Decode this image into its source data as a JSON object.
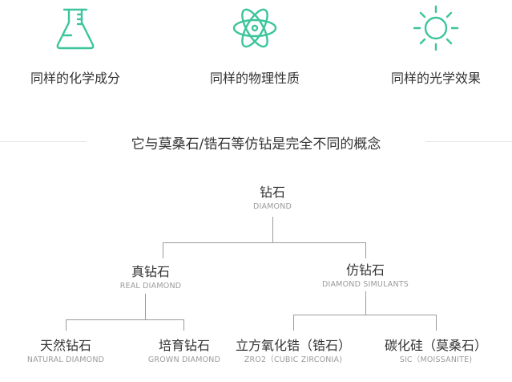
{
  "colors": {
    "icon": "#3cc59c",
    "line": "#9b9b9b"
  },
  "features": [
    {
      "icon": "flask-icon",
      "label": "同样的化学成分"
    },
    {
      "icon": "atom-icon",
      "label": "同样的物理性质"
    },
    {
      "icon": "sun-icon",
      "label": "同样的光学效果"
    }
  ],
  "heading": "它与莫桑石/锆石等仿钻是完全不同的概念",
  "tree": {
    "root": {
      "cn": "钻石",
      "en": "DIAMOND"
    },
    "real": {
      "cn": "真钻石",
      "en": "REAL DIAMOND"
    },
    "simulants": {
      "cn": "仿钻石",
      "en": "DIAMOND SIMULANTS"
    },
    "natural": {
      "cn": "天然钻石",
      "en": "NATURAL DIAMOND"
    },
    "grown": {
      "cn": "培育钻石",
      "en": "GROWN DIAMOND"
    },
    "zirconia": {
      "cn": "立方氧化锆（锆石）",
      "en": "ZRO2（CUBIC ZIRCONIA)"
    },
    "moissanite": {
      "cn": "碳化硅（莫桑石）",
      "en": "SIC（MOISSANITE)"
    }
  }
}
